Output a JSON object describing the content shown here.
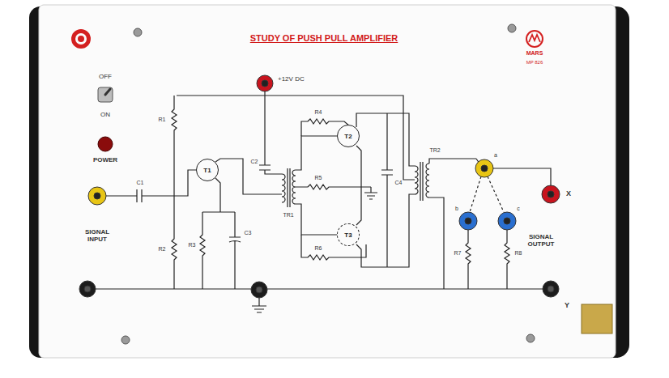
{
  "diagram": {
    "title": "STUDY OF PUSH PULL AMPLIFIER",
    "nodes": [
      {
        "text": [
          "T1"
        ]
      },
      {
        "text": [
          "T2"
        ]
      },
      {
        "text": [
          "T3"
        ]
      }
    ],
    "labels": [
      "OFF",
      "ON",
      "POWER",
      "SIGNAL INPUT",
      "SIGNAL OUTPUT",
      "+12V DC",
      "R1",
      "R2",
      "R3",
      "C1",
      "C2",
      "C3",
      "TR1",
      "R4",
      "R5",
      "R6",
      "C4",
      "TR2",
      "a",
      "b",
      "c",
      "X",
      "Y",
      "R7",
      "R8",
      "MARS",
      "MP 826"
    ]
  }
}
